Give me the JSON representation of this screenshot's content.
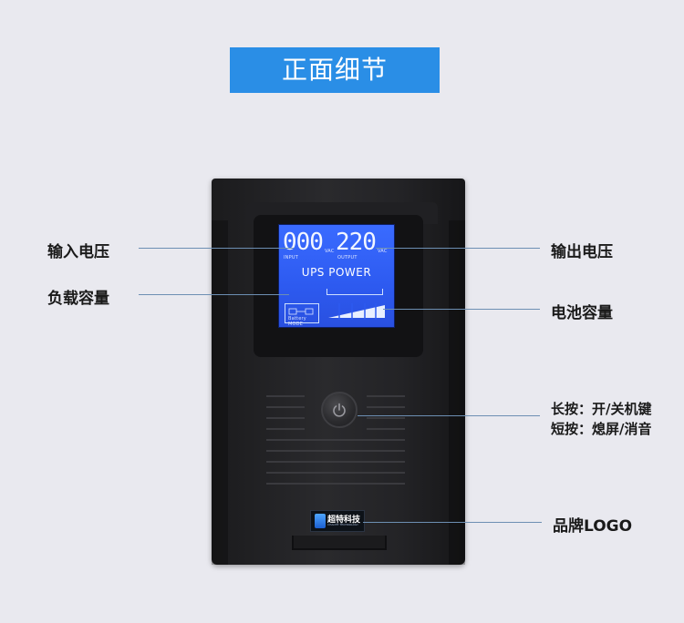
{
  "banner": {
    "title": "正面细节"
  },
  "callouts": {
    "input_voltage": "输入电压",
    "load_capacity": "负载容量",
    "output_voltage": "输出电压",
    "battery_capacity": "电池容量",
    "long_press": "长按：开/关机键",
    "short_press": "短按：熄屏/消音",
    "brand_logo": "品牌LOGO"
  },
  "lcd": {
    "input_value": "000",
    "input_unit": "VAC",
    "input_label": "INPUT",
    "output_value": "220",
    "output_unit": "VAC",
    "output_label": "OUTPUT",
    "brand": "UPS POWER",
    "battery_mode": "Battery MODE"
  },
  "logo": {
    "name": "超特科技",
    "sub": "CHAOTE TECHNOLOGY"
  }
}
